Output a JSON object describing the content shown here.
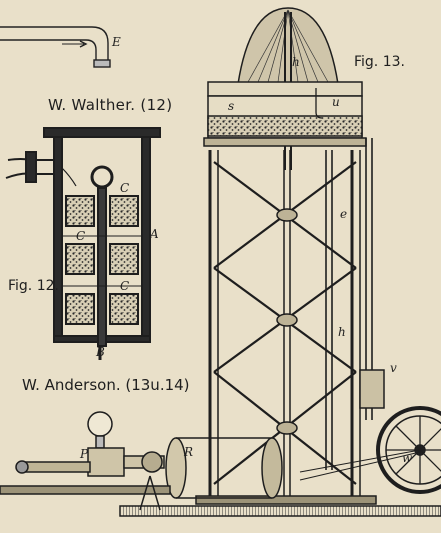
{
  "titles": {
    "walther": "W. Walther. (12)",
    "anderson": "W. Anderson. (13u.14)"
  },
  "figure_labels": {
    "fig12": "Fig. 12.",
    "fig13": "Fig. 13."
  },
  "letters": {
    "E": "E",
    "A": "A",
    "B": "B",
    "C": "C",
    "h": "h",
    "s": "s",
    "u": "u",
    "e": "e",
    "v": "v",
    "R": "R",
    "P": "P",
    "w": "w"
  }
}
